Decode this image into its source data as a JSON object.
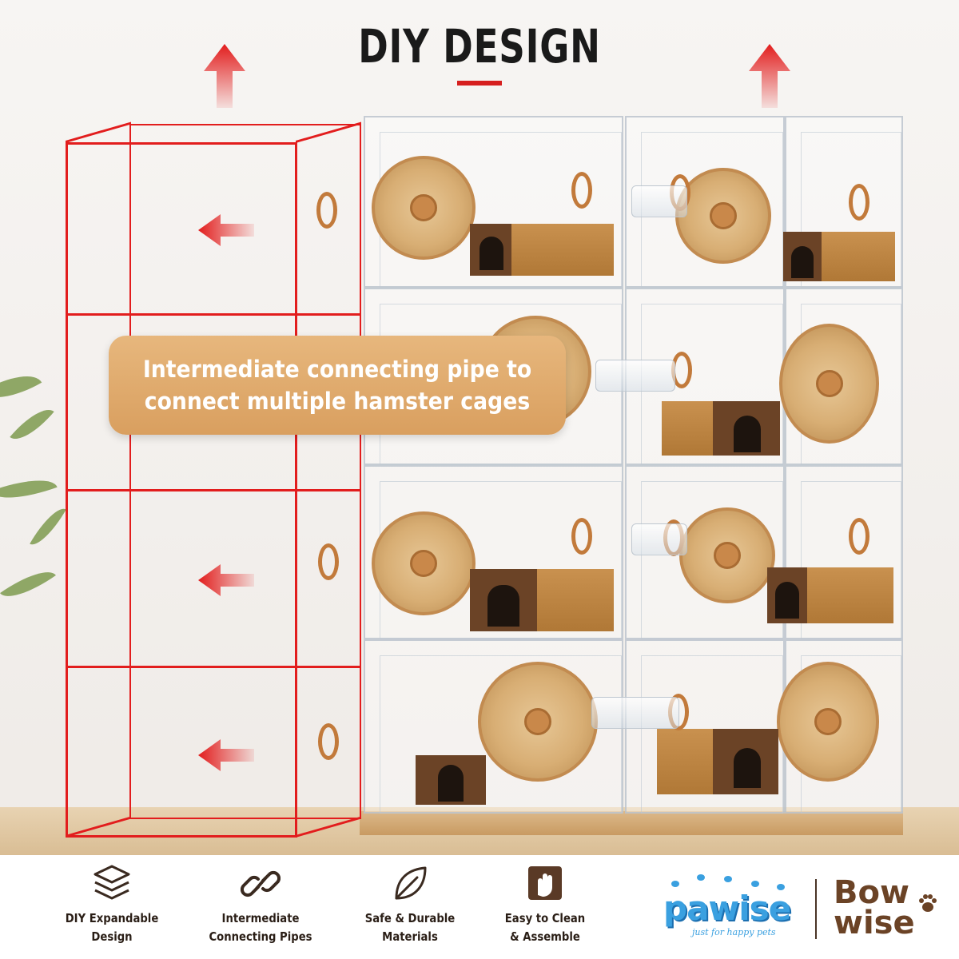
{
  "heading": {
    "title": "DIY DESIGN"
  },
  "callout": {
    "line1": "Intermediate connecting pipe to",
    "line2": "connect multiple hamster cages"
  },
  "features": [
    {
      "label": "DIY Expandable\nDesign",
      "icon": "stacked-layers-icon"
    },
    {
      "label": "Intermediate\nConnecting Pipes",
      "icon": "chain-link-icon"
    },
    {
      "label": "Safe & Durable\nMaterials",
      "icon": "leaf-icon"
    },
    {
      "label": "Easy to Clean\n& Assemble",
      "icon": "hand-wiping-icon"
    }
  ],
  "brands": {
    "pawise_name": "pawise",
    "pawise_tagline": "just for happy pets",
    "bowwise_line1": "Bow",
    "bowwise_line2": "wise"
  },
  "colors": {
    "accent_red": "#e21d1d",
    "callout_orange": "#dca164",
    "wood": "#c28b50",
    "pawise_blue": "#3aa0e0",
    "bowwise_brown": "#6b4326",
    "text_dark": "#2a1e16"
  }
}
